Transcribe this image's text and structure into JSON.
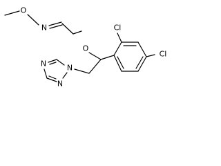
{
  "molecule": {
    "atoms": {
      "o_methoxy": "O",
      "n_oxime": "N",
      "o_ether": "O",
      "cl_ortho": "Cl",
      "cl_para": "Cl",
      "n_tz1": "N",
      "n_tz2": "N",
      "n_tz4": "N"
    }
  }
}
